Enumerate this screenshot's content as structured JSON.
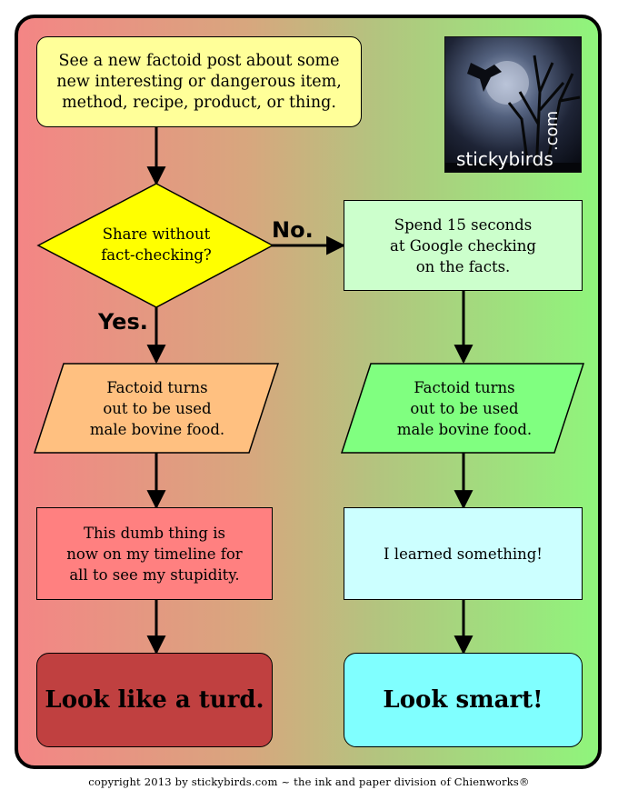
{
  "flowchart": {
    "start": "See a new factoid post about some\nnew interesting or dangerous item,\nmethod, recipe, product, or thing.",
    "decision": "Share without\nfact-checking?",
    "label_no": "No.",
    "label_yes": "Yes.",
    "check": "Spend 15 seconds\nat Google checking\non the facts.",
    "left_result": "Factoid turns\nout to be used\nmale bovine food.",
    "right_result": "Factoid turns\nout to be used\nmale bovine food.",
    "left_consequence": "This dumb thing is\nnow on my timeline for\nall to see my stupidity.",
    "right_consequence": "I learned something!",
    "left_outcome": "Look like a turd.",
    "right_outcome": "Look smart!"
  },
  "logo": {
    "word": "stickybirds",
    "suffix": ".com"
  },
  "footer": {
    "copyright": "copyright 2013 by stickybirds.com ~ the ink and paper division of Chienworks®"
  },
  "colors": {
    "start_fill": "#ffff99",
    "decision_fill": "#ffff00",
    "check_fill": "#ccffcc",
    "left_result_fill": "#ffc080",
    "right_result_fill": "#80ff80",
    "left_consequence_fill": "#ff8080",
    "right_consequence_fill": "#ccffff",
    "left_outcome_fill": "#c04040",
    "right_outcome_fill": "#80ffff"
  }
}
